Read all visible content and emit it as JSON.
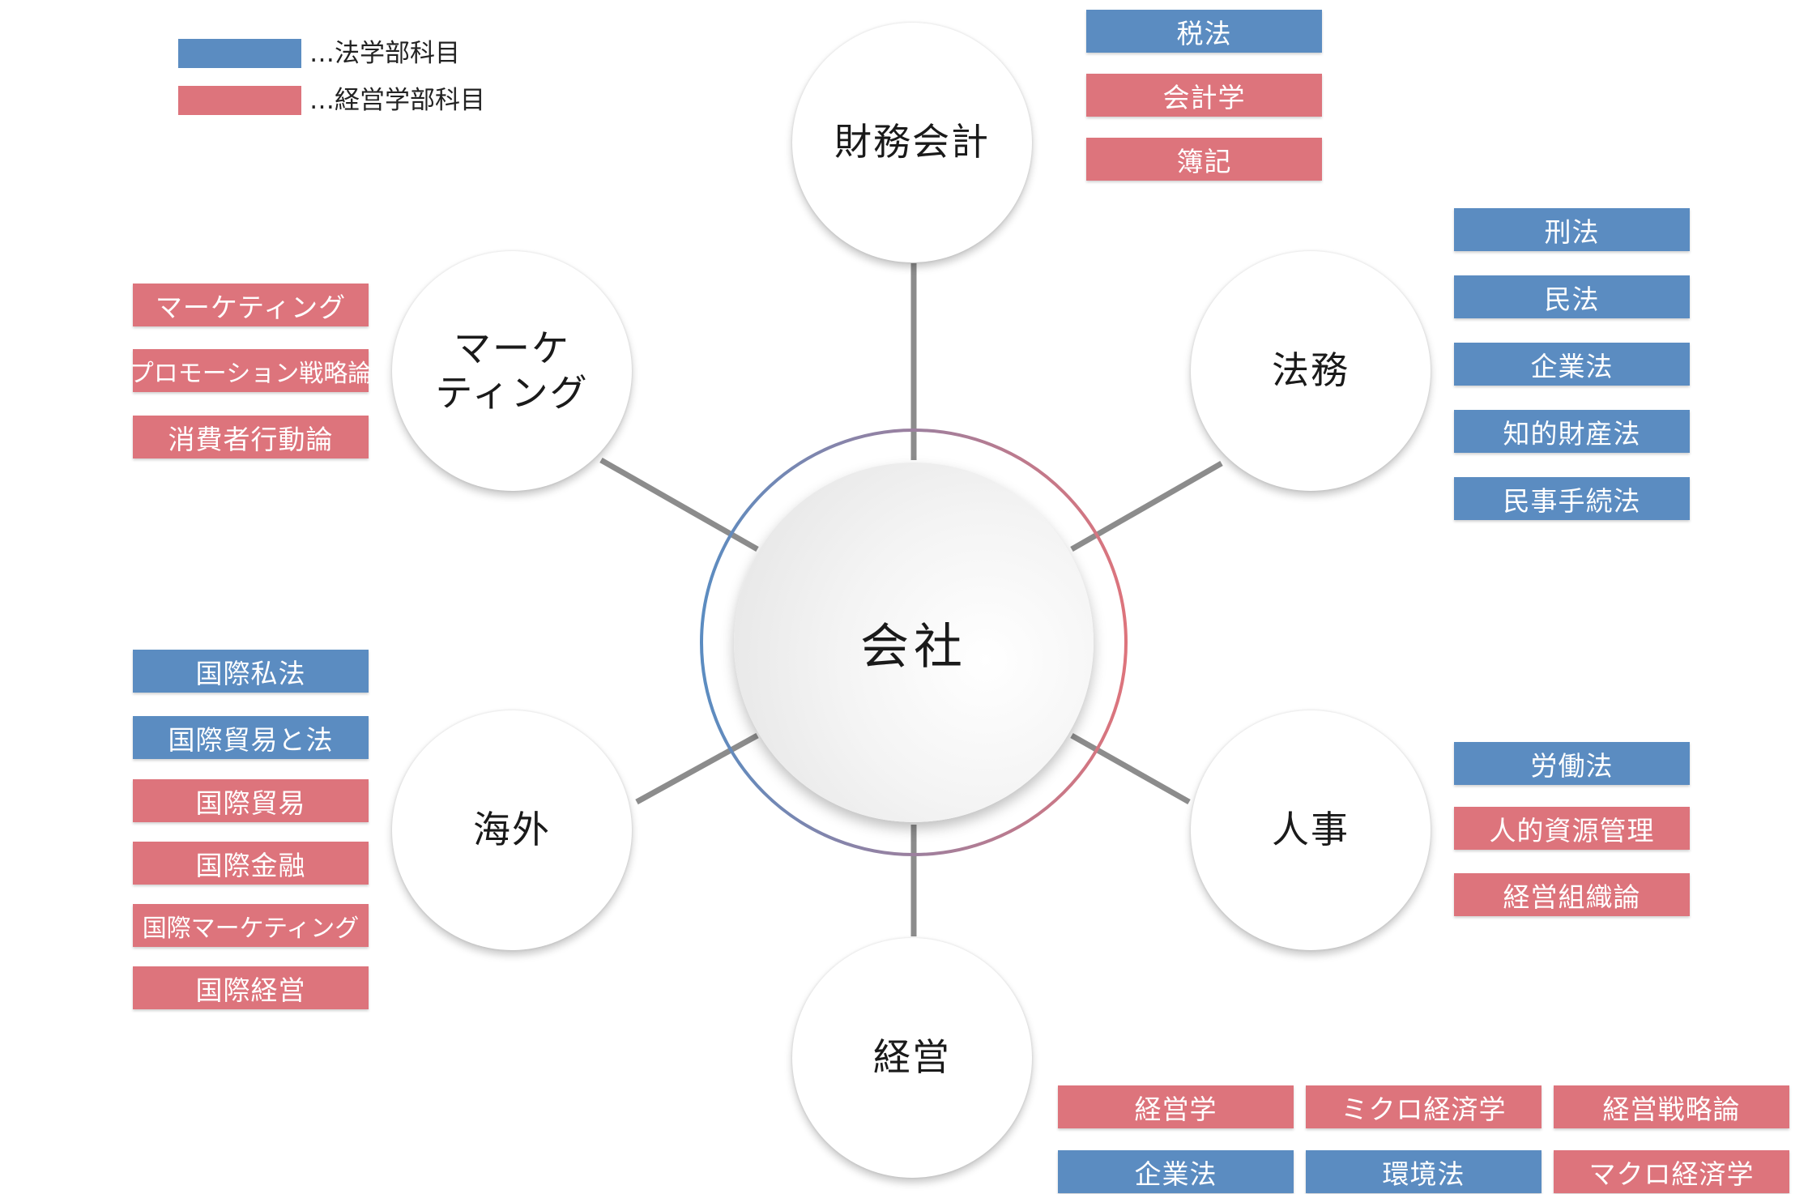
{
  "colors": {
    "law": "#5b8cc1",
    "business": "#dd747c",
    "connector": "#8c8c8c"
  },
  "legend": [
    {
      "label": "…法学部科目",
      "color": "#5b8cc1"
    },
    {
      "label": "…経営学部科目",
      "color": "#dd747c"
    }
  ],
  "center": {
    "label": "会社"
  },
  "nodes": {
    "accounting": {
      "label": "財務会計",
      "subjects": [
        {
          "label": "税法",
          "category": "law"
        },
        {
          "label": "会計学",
          "category": "business"
        },
        {
          "label": "簿記",
          "category": "business"
        }
      ]
    },
    "legal": {
      "label": "法務",
      "subjects": [
        {
          "label": "刑法",
          "category": "law"
        },
        {
          "label": "民法",
          "category": "law"
        },
        {
          "label": "企業法",
          "category": "law"
        },
        {
          "label": "知的財産法",
          "category": "law"
        },
        {
          "label": "民事手続法",
          "category": "law"
        }
      ]
    },
    "hr": {
      "label": "人事",
      "subjects": [
        {
          "label": "労働法",
          "category": "law"
        },
        {
          "label": "人的資源管理",
          "category": "business"
        },
        {
          "label": "経営組織論",
          "category": "business"
        }
      ]
    },
    "management": {
      "label": "経営",
      "subjects": [
        {
          "label": "経営学",
          "category": "business"
        },
        {
          "label": "ミクロ経済学",
          "category": "business"
        },
        {
          "label": "経営戦略論",
          "category": "business"
        },
        {
          "label": "企業法",
          "category": "law"
        },
        {
          "label": "環境法",
          "category": "law"
        },
        {
          "label": "マクロ経済学",
          "category": "business"
        }
      ]
    },
    "overseas": {
      "label": "海外",
      "subjects": [
        {
          "label": "国際私法",
          "category": "law"
        },
        {
          "label": "国際貿易と法",
          "category": "law"
        },
        {
          "label": "国際貿易",
          "category": "business"
        },
        {
          "label": "国際金融",
          "category": "business"
        },
        {
          "label": "国際マーケティング",
          "category": "business"
        },
        {
          "label": "国際経営",
          "category": "business"
        }
      ]
    },
    "marketing": {
      "label": "マーケティング",
      "label_lines": [
        "マーケ",
        "ティング"
      ],
      "subjects": [
        {
          "label": "マーケティング",
          "category": "business"
        },
        {
          "label": "プロモーション戦略論",
          "category": "business"
        },
        {
          "label": "消費者行動論",
          "category": "business"
        }
      ]
    }
  }
}
